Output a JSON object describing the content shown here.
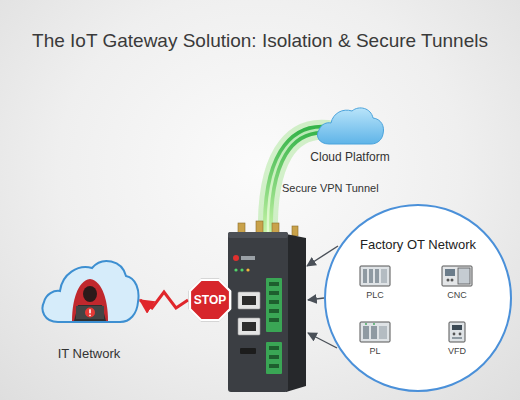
{
  "diagram": {
    "title": "The IoT Gateway Solution: Isolation & Secure Tunnels",
    "nodes": [
      {
        "text": [
          "Cloud Platform"
        ]
      },
      {
        "text": [
          "Factory OT Network"
        ]
      },
      {
        "text": [
          "PLC"
        ],
        "in": 1
      },
      {
        "text": [
          "CNC"
        ],
        "in": 1
      },
      {
        "text": [
          "PL"
        ],
        "in": 1
      },
      {
        "text": [
          "VFD"
        ],
        "in": 1
      },
      {
        "text": [
          "IT Network"
        ]
      },
      {
        "text": [
          "STOP"
        ]
      }
    ],
    "edges": [
      {
        "from": 7,
        "to": 6,
        "arrow": "to"
      }
    ],
    "labels": [
      "Secure VPN Tunnel"
    ]
  }
}
